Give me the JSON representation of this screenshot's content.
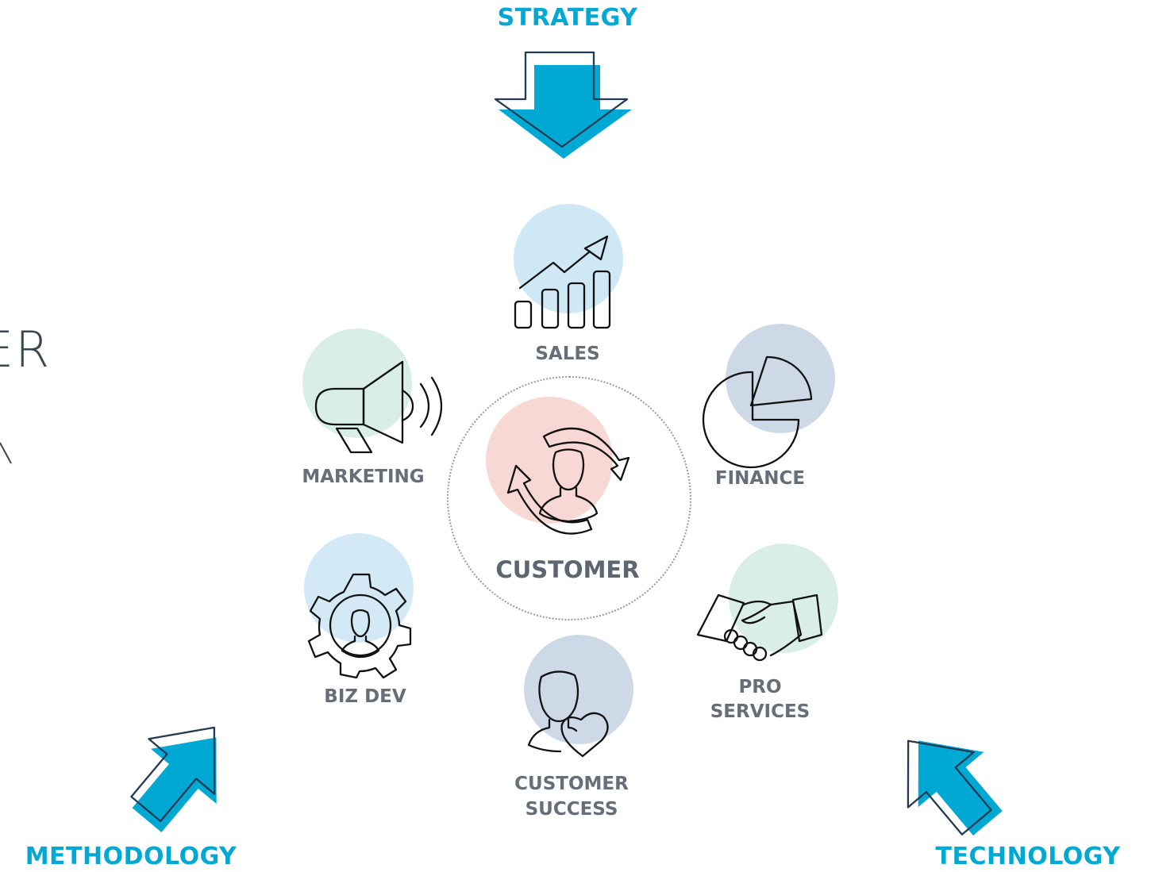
{
  "forces": {
    "strategy": "STRATEGY",
    "methodology": "METHODOLOGY",
    "technology": "TECHNOLOGY"
  },
  "side_text": "ER",
  "center": {
    "label": "CUSTOMER"
  },
  "departments": {
    "sales": "SALES",
    "marketing": "MARKETING",
    "finance": "FINANCE",
    "biz_dev": "BIZ DEV",
    "pro_services_1": "PRO",
    "pro_services_2": "SERVICES",
    "customer_success_1": "CUSTOMER",
    "customer_success_2": "SUCCESS"
  },
  "colors": {
    "accent": "#00a9d4",
    "label": "#666e78",
    "outline_dark": "#243a52",
    "light_blue": "#cfe8f5",
    "light_green": "#d9efe6",
    "slate": "#cdd9e6",
    "pink": "#f8d8d4"
  }
}
